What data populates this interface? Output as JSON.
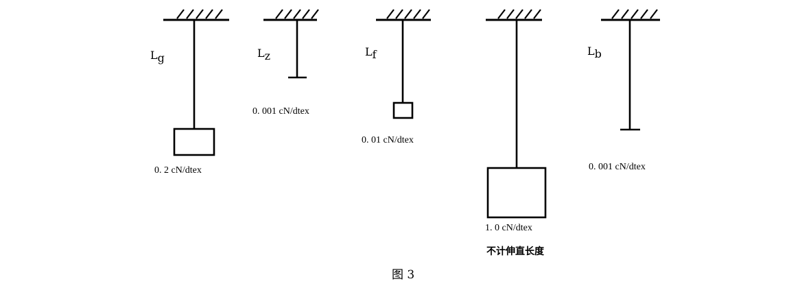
{
  "figure": {
    "caption": "图 3",
    "note": "不计伸直长度",
    "specimens": [
      {
        "symbol": "L",
        "subscript": "g",
        "load": "0. 2 cN/dtex"
      },
      {
        "symbol": "L",
        "subscript": "z",
        "load": "0. 001 cN/dtex"
      },
      {
        "symbol": "L",
        "subscript": "f",
        "load": "0. 01 cN/dtex"
      },
      {
        "symbol": "",
        "subscript": "",
        "load": "1. 0 cN/dtex"
      },
      {
        "symbol": "L",
        "subscript": "b",
        "load": "0. 001 cN/dtex"
      }
    ]
  }
}
